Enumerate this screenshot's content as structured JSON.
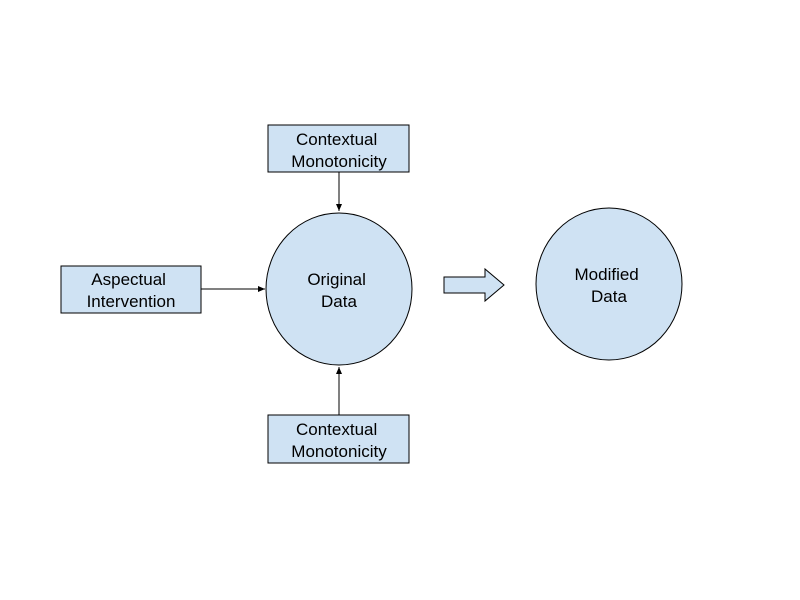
{
  "diagram": {
    "nodes": {
      "contextual_top": {
        "shape": "rectangle",
        "lines": [
          "Contextual",
          "Monotonicity"
        ]
      },
      "aspectual": {
        "shape": "rectangle",
        "lines": [
          "Aspectual",
          "Intervention"
        ]
      },
      "contextual_bottom": {
        "shape": "rectangle",
        "lines": [
          "Contextual",
          "Monotonicity"
        ]
      },
      "original": {
        "shape": "circle",
        "lines": [
          "Original",
          "Data"
        ]
      },
      "modified": {
        "shape": "circle",
        "lines": [
          "Modified",
          "Data"
        ]
      }
    },
    "edges": [
      {
        "from": "contextual_top",
        "to": "original",
        "style": "thin-arrow"
      },
      {
        "from": "aspectual",
        "to": "original",
        "style": "thin-arrow"
      },
      {
        "from": "contextual_bottom",
        "to": "original",
        "style": "thin-arrow"
      },
      {
        "from": "original",
        "to": "modified",
        "style": "block-arrow"
      }
    ],
    "colors": {
      "node_fill": "#cfe2f3",
      "stroke": "#000000",
      "background": "#ffffff"
    }
  }
}
